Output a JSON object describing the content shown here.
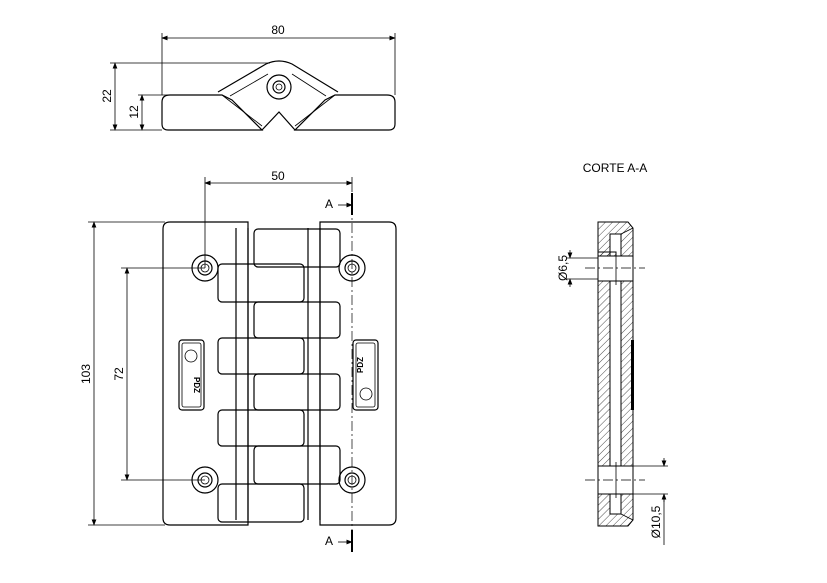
{
  "dimensions": {
    "overall_width": "80",
    "overall_height_top": "22",
    "thickness": "12",
    "hole_spacing_x": "50",
    "overall_height": "103",
    "hole_spacing_y": "72",
    "hole_diameter": "Ø6,5",
    "counterbore_diameter": "Ø10,5"
  },
  "section": {
    "title": "CORTE A-A",
    "marker_top": "A",
    "marker_bottom": "A"
  },
  "logo": {
    "left_text": "PDZ",
    "right_text": "PDZ"
  }
}
